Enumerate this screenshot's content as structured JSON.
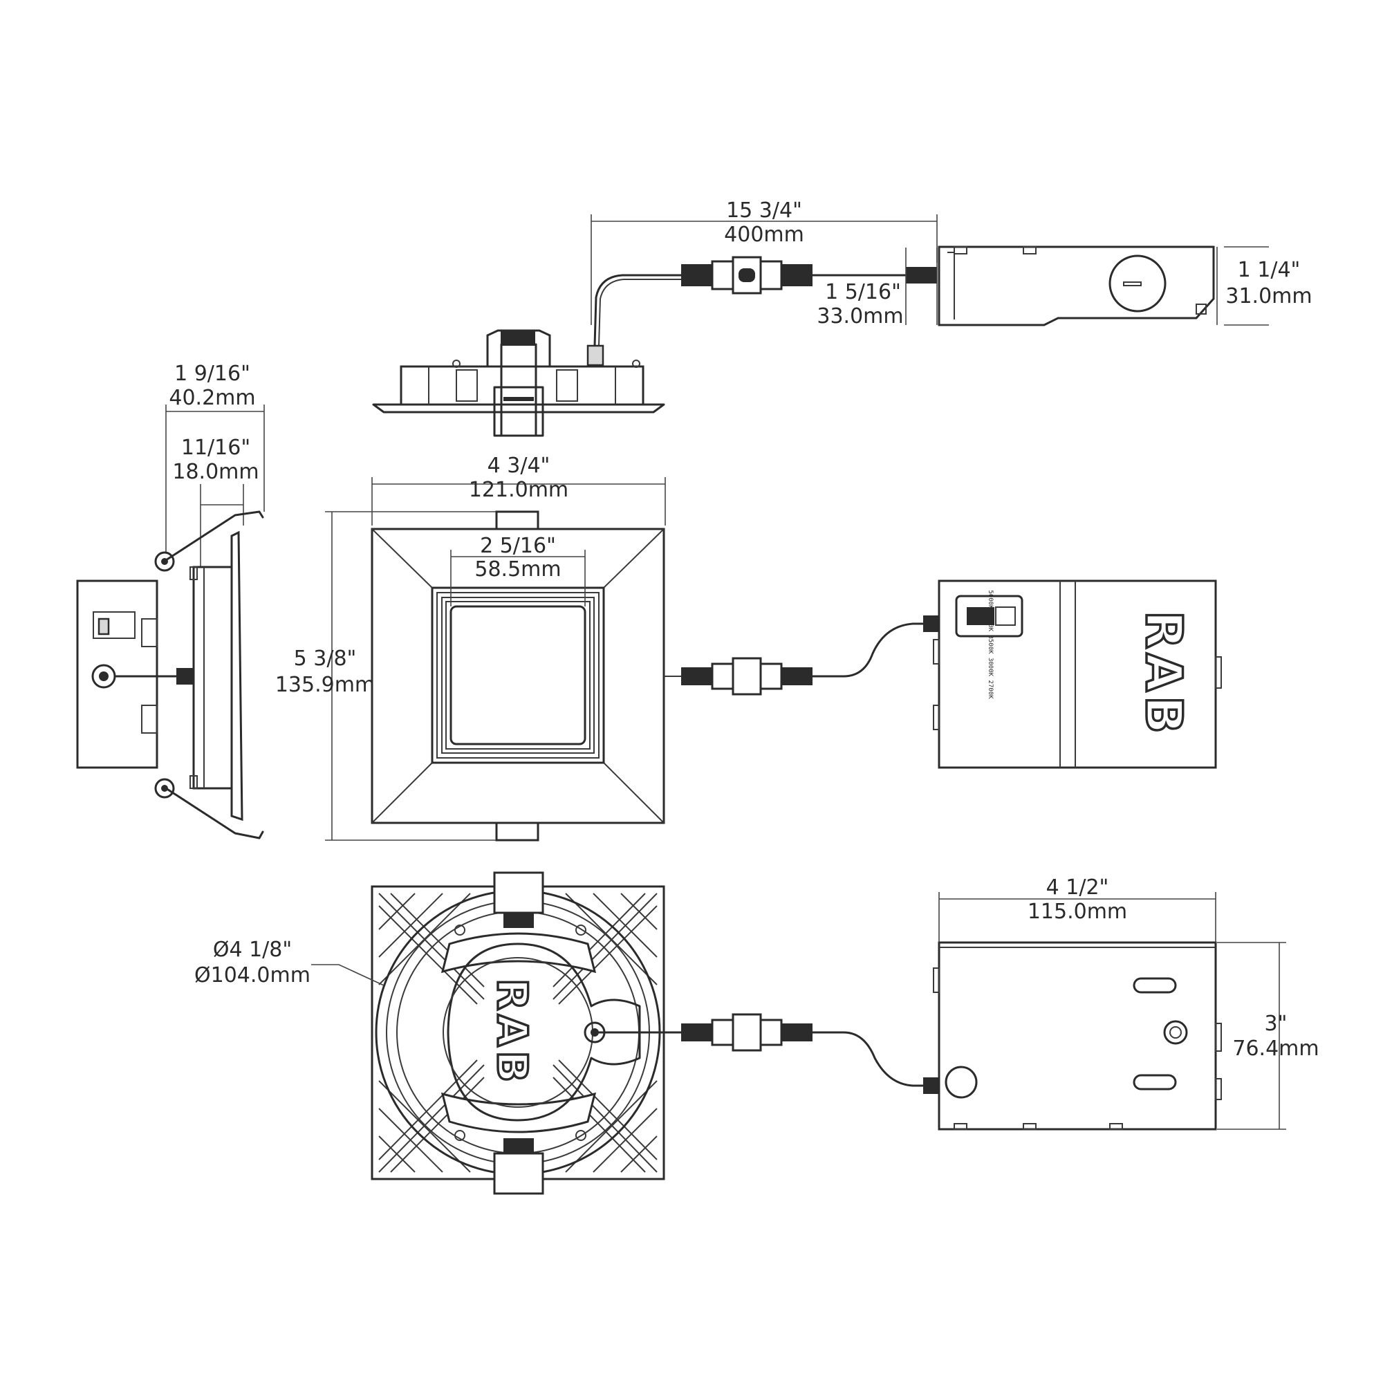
{
  "dimensions": {
    "cable_length": {
      "imperial": "15 3/4\"",
      "metric": "400mm"
    },
    "driver_height": {
      "imperial": "1 1/4\"",
      "metric": "31.0mm"
    },
    "connector_offset": {
      "imperial": "1 5/16\"",
      "metric": "33.0mm"
    },
    "overall_depth": {
      "imperial": "1 9/16\"",
      "metric": "40.2mm"
    },
    "fixture_depth": {
      "imperial": "11/16\"",
      "metric": "18.0mm"
    },
    "trim_width": {
      "imperial": "4 3/4\"",
      "metric": "121.0mm"
    },
    "aperture_width": {
      "imperial": "2 5/16\"",
      "metric": "58.5mm"
    },
    "trim_height": {
      "imperial": "5 3/8\"",
      "metric": "135.9mm"
    },
    "cutout_diameter": {
      "imperial": "Ø4 1/8\"",
      "metric": "Ø104.0mm"
    },
    "driver_length": {
      "imperial": "4 1/2\"",
      "metric": "115.0mm"
    },
    "driver_width": {
      "imperial": "3\"",
      "metric": "76.4mm"
    }
  },
  "brand": {
    "logo": "RAB"
  },
  "cct_label": "5000K 4000K 3500K 3000K 2700K",
  "colors": {
    "line": "#2b2b2b",
    "background": "#ffffff"
  }
}
